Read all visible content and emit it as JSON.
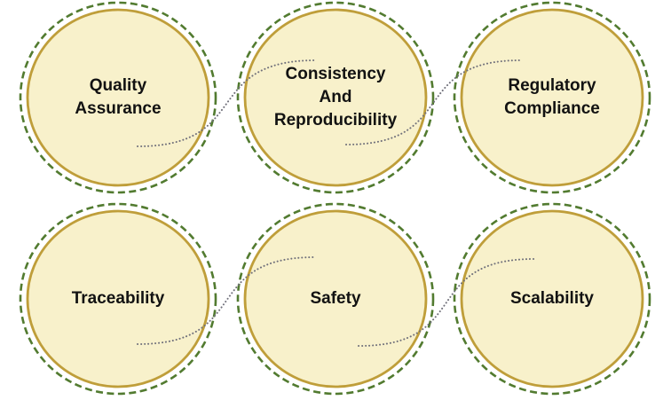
{
  "diagram": {
    "type": "circle-grid-diagram",
    "rows": 2,
    "columns": 3
  },
  "colors": {
    "background": "#ffffff",
    "circle_fill": "#f8f1cb",
    "circle_border": "#bf9e3a",
    "dashed_ring": "#527b30",
    "connector_dots": "#71717b",
    "label_text": "#121212"
  },
  "items": [
    {
      "id": "quality-assurance",
      "label": "Quality\nAssurance"
    },
    {
      "id": "consistency-and-reproducibility",
      "label": "Consistency\nAnd\nReproducibility"
    },
    {
      "id": "regulatory-compliance",
      "label": "Regulatory\nCompliance"
    },
    {
      "id": "traceability",
      "label": "Traceability"
    },
    {
      "id": "safety",
      "label": "Safety"
    },
    {
      "id": "scalability",
      "label": "Scalability"
    }
  ]
}
